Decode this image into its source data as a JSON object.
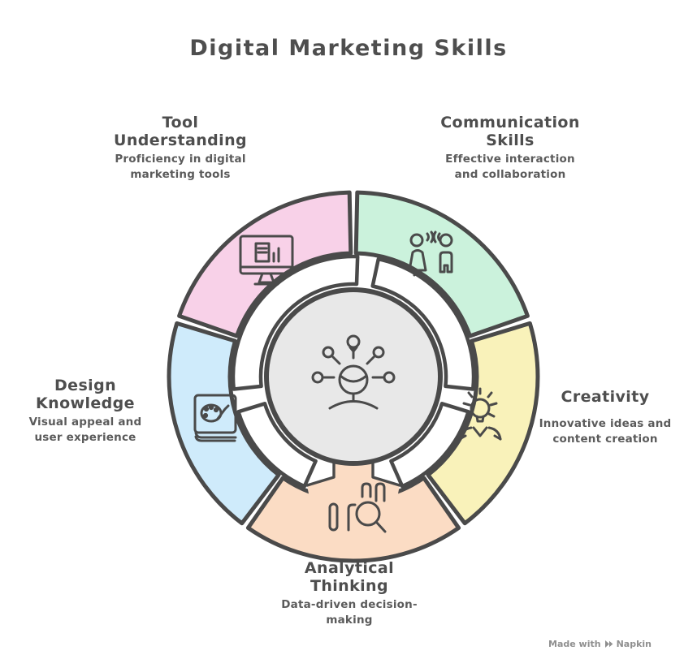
{
  "title": "Digital Marketing Skills",
  "colors": {
    "stroke": "#4A4A4A",
    "heading_text": "#4E4E4E",
    "subtitle_text": "#5B5B5B",
    "watermark_text": "#8F8F8F",
    "background": "#FFFFFF",
    "inner_ring": "#FFFFFF"
  },
  "segments": [
    {
      "title": "Tool Understanding",
      "subtitle": "Proficiency in digital marketing tools",
      "color": "#F8D1E8",
      "icon": "monitor-icon",
      "position": "top-left"
    },
    {
      "title": "Communication Skills",
      "subtitle": "Effective interaction and collaboration",
      "color": "#CBF2DC",
      "icon": "people-talking-icon",
      "position": "top-right"
    },
    {
      "title": "Creativity",
      "subtitle": "Innovative ideas and content creation",
      "color": "#F9F2BA",
      "icon": "lightbulb-person-icon",
      "position": "right"
    },
    {
      "title": "Analytical Thinking",
      "subtitle": "Data-driven decision-making",
      "color": "#FBDCC4",
      "icon": "chart-magnifier-icon",
      "position": "bottom"
    },
    {
      "title": "Design Knowledge",
      "subtitle": "Visual appeal and user experience",
      "color": "#CFEBFB",
      "icon": "palette-book-icon",
      "position": "left"
    }
  ],
  "center": {
    "icon": "idea-head-icon",
    "color": "#E8E8E8"
  },
  "watermark": {
    "prefix": "Made with",
    "brand": "Napkin",
    "icon": "napkin-logo-icon"
  }
}
